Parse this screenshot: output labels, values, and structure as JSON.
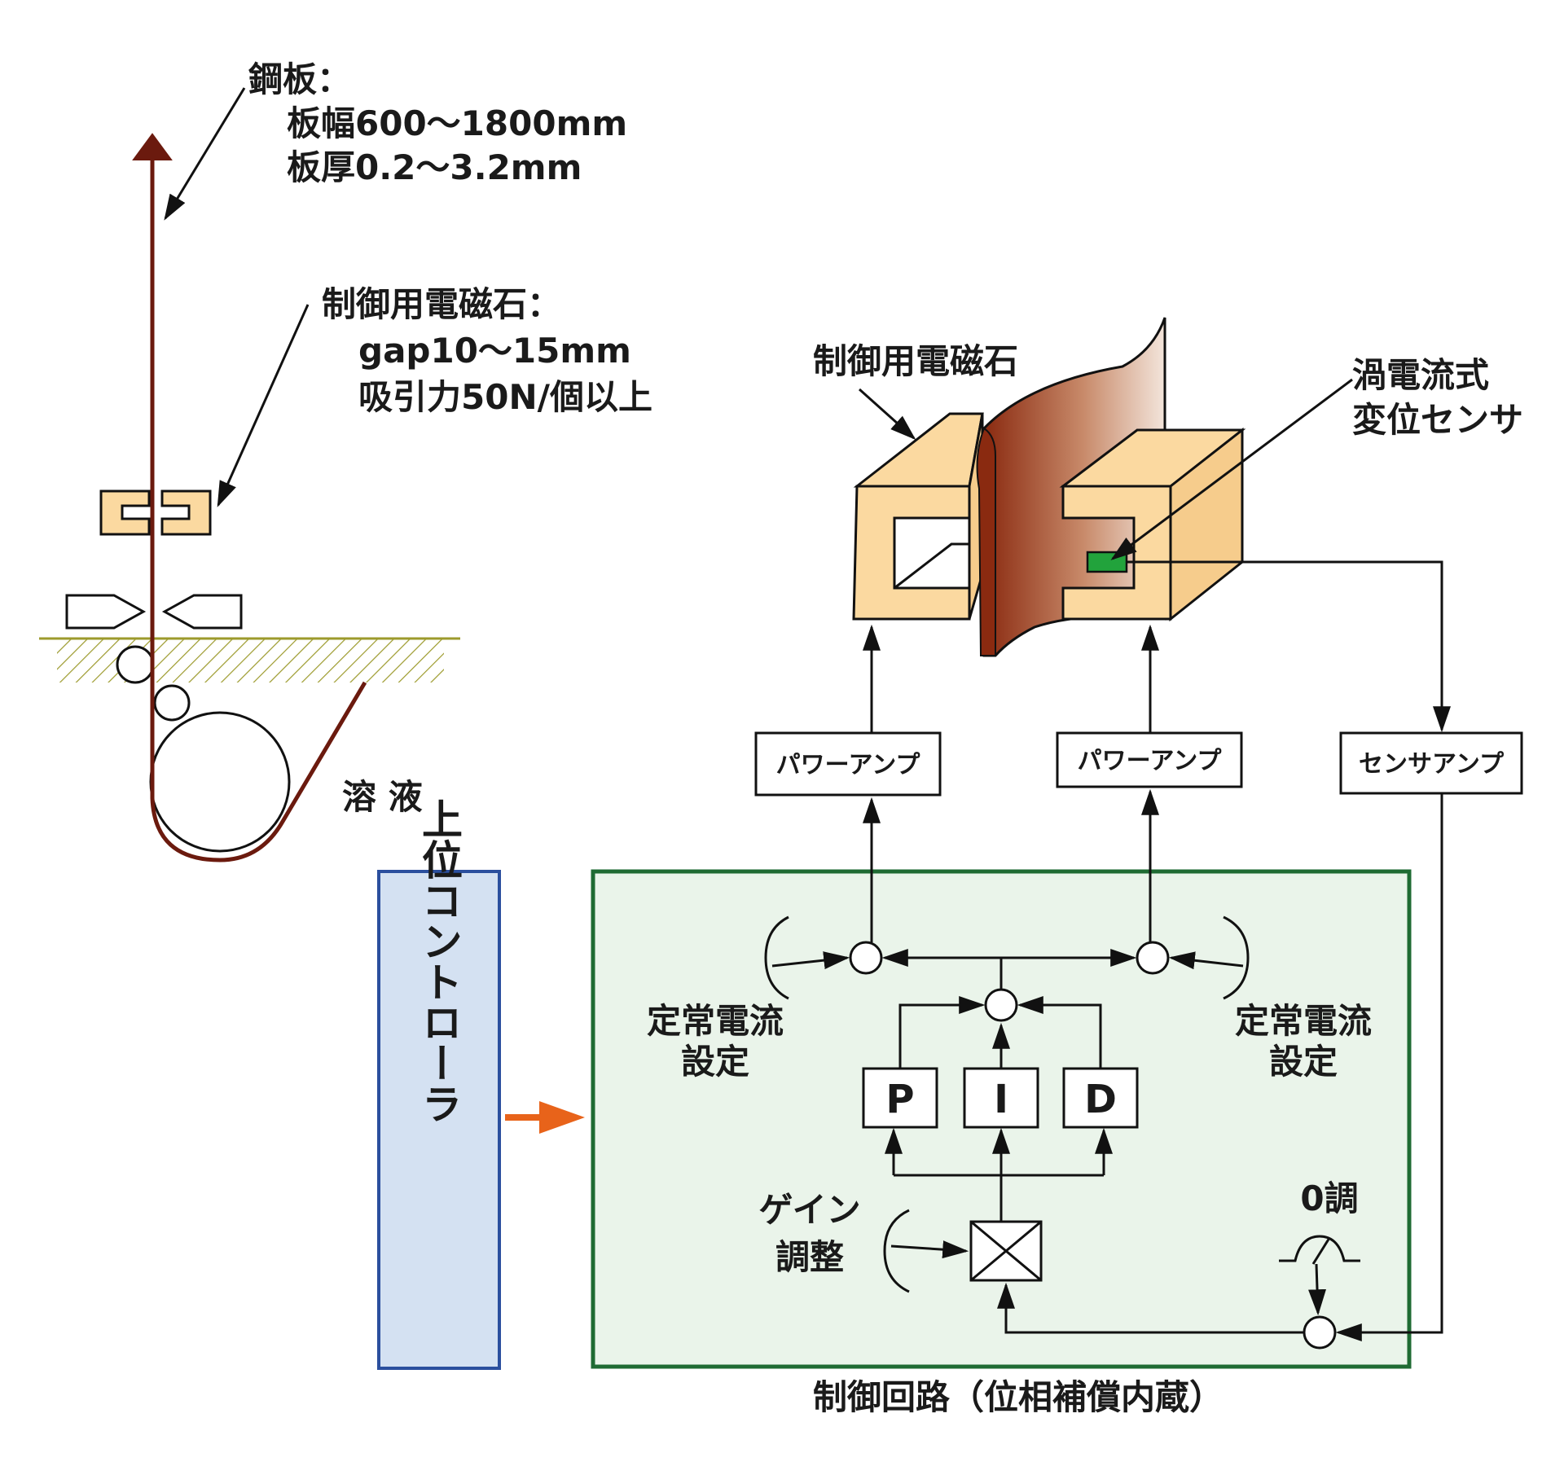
{
  "colors": {
    "sheet": "#6b1a0e",
    "magnet_fill": "#fbd9a0",
    "sensor": "#22a33c",
    "control_fill": "#eaf4ea",
    "control_border": "#1f6b33",
    "controller_fill": "#d4e1f2",
    "controller_border": "#2b4f9e",
    "input_arrow": "#e8631a",
    "ground_hatch": "#9c9a2c"
  },
  "labels": {
    "steel_title": "鋼板：",
    "steel_width": "板幅600～1800mm",
    "steel_thickness": "板厚0.2～3.2mm",
    "magnet_title": "制御用電磁石：",
    "magnet_gap": "gap10～15mm",
    "magnet_force": "吸引力50N/個以上",
    "solution": "溶 液",
    "magnet_callout": "制御用電磁石",
    "sensor_line1": "渦電流式",
    "sensor_line2": "変位センサ",
    "power_amp_left": "パワーアンプ",
    "power_amp_right": "パワーアンプ",
    "sensor_amp": "センサアンプ",
    "host_controller": "上位コントローラ",
    "steady_left_1": "定常電流",
    "steady_left_2": "設定",
    "steady_right_1": "定常電流",
    "steady_right_2": "設定",
    "pid_p": "P",
    "pid_i": "I",
    "pid_d": "D",
    "gain_1": "ゲイン",
    "gain_2": "調整",
    "zero_adjust": "0調",
    "control_circuit": "制御回路（位相補償内蔵）"
  }
}
